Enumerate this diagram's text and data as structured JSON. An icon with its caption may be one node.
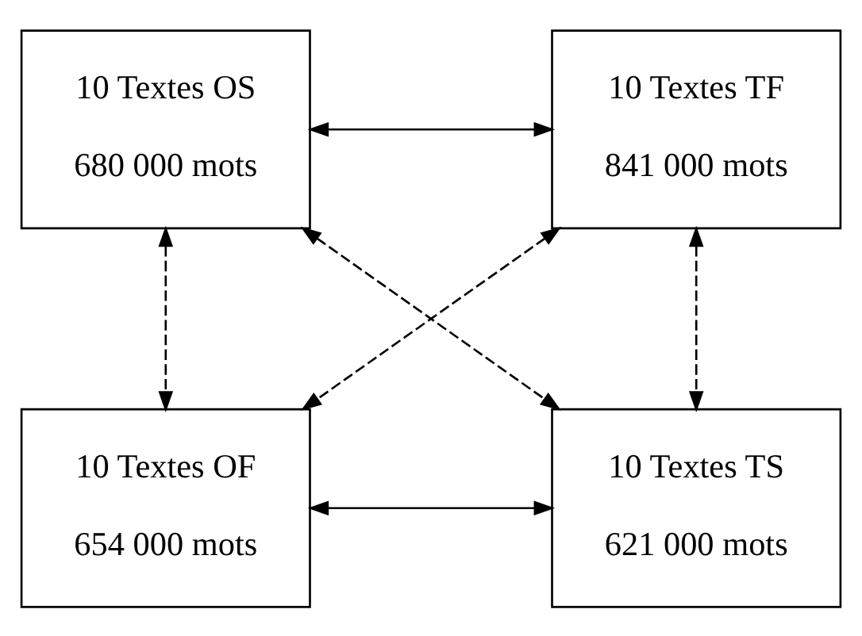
{
  "diagram": {
    "nodes": [
      {
        "text": [
          "10 Textes OS",
          "680 000 mots"
        ]
      },
      {
        "text": [
          "10 Textes TF",
          "841 000 mots"
        ]
      },
      {
        "text": [
          "10 Textes OF",
          "654 000 mots"
        ]
      },
      {
        "text": [
          "10 Textes TS",
          "621 000 mots"
        ]
      }
    ],
    "edges": [
      {
        "from": 0,
        "to": 1,
        "arrow": "both"
      },
      {
        "from": 0,
        "to": 2,
        "arrow": "both",
        "style": "dashed"
      },
      {
        "from": 1,
        "to": 3,
        "arrow": "both",
        "style": "dashed"
      },
      {
        "from": 0,
        "to": 3,
        "arrow": "both",
        "style": "dashed"
      },
      {
        "from": 1,
        "to": 2,
        "arrow": "both",
        "style": "dashed"
      },
      {
        "from": 2,
        "to": 3,
        "arrow": "both"
      }
    ]
  }
}
